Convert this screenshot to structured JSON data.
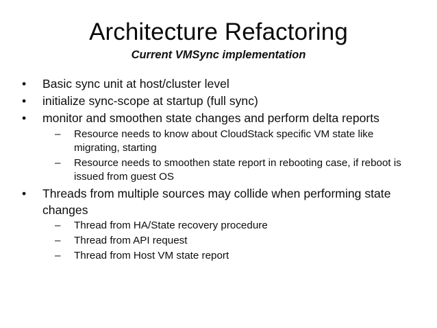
{
  "slide": {
    "title": "Architecture Refactoring",
    "subtitle": "Current VMSync implementation",
    "bullet_marker": "•",
    "sub_bullet_marker": "–",
    "text_color": "#0d0d0d",
    "background_color": "#ffffff",
    "bullets": [
      {
        "text": "Basic sync unit at host/cluster level",
        "children": []
      },
      {
        "text": "initialize sync-scope at startup (full sync)",
        "children": []
      },
      {
        "text": "monitor and smoothen state changes and perform delta reports",
        "children": [
          {
            "text": "Resource needs to know about CloudStack specific VM state like migrating, starting"
          },
          {
            "text": "Resource needs to smoothen state report in rebooting case, if reboot is issued from guest OS"
          }
        ]
      },
      {
        "text": "Threads from multiple sources may collide when performing state changes",
        "children": [
          {
            "text": "Thread from HA/State recovery procedure"
          },
          {
            "text": "Thread from API request"
          },
          {
            "text": "Thread from Host VM state report"
          }
        ]
      }
    ]
  }
}
